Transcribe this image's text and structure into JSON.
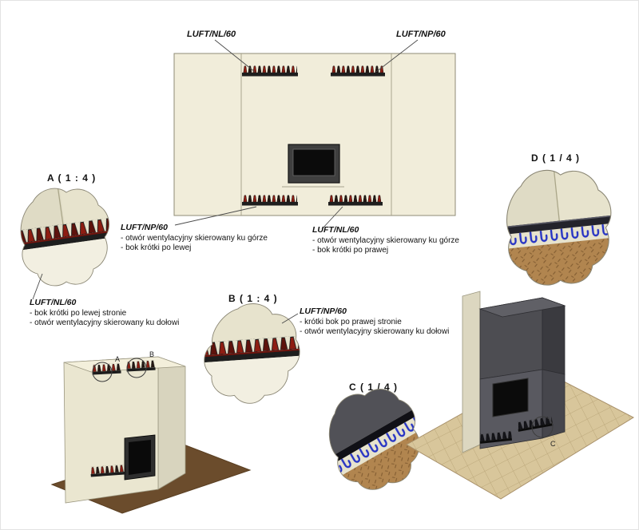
{
  "front_view": {
    "label_top_left": "LUFT/NL/60",
    "label_top_right": "LUFT/NP/60"
  },
  "annotations": {
    "grille_bottom_left": {
      "title": "LUFT/NP/60",
      "line1": "- otwór wentylacyjny skierowany ku górze",
      "line2": "- bok krótki po lewej"
    },
    "grille_bottom_right": {
      "title": "LUFT/NL/60",
      "line1": "- otwór wentylacyjny skierowany ku górze",
      "line2": "- bok krótki po prawej"
    },
    "detail_a": {
      "title": "LUFT/NL/60",
      "line1": "- bok krótki po lewej stronie",
      "line2": "- otwór wentylacyjny skierowany ku dołowi"
    },
    "detail_b": {
      "title": "LUFT/NP/60",
      "line1": "- krótki bok po prawej stronie",
      "line2": "- otwór wentylacyjny skierowany ku dołowi"
    }
  },
  "details": {
    "a_title": "A ( 1 : 4 )",
    "b_title": "B ( 1 : 4 )",
    "c_title": "C ( 1 / 4 )",
    "d_title": "D ( 1 / 4 )"
  },
  "iso_markers": {
    "a": "A",
    "b": "B",
    "c": "C"
  },
  "colors": {
    "background": "#ffffff",
    "panel": "#f1edda",
    "detail_wall": "#e7e3cd",
    "grille_red": "#8e1d12",
    "clip_blue": "#2633c4",
    "bar_dark": "#1e1e1e",
    "floor_brown": "#6b4c2c",
    "floor_tile": "#d8c69b",
    "insert_black": "#0b0b0b"
  }
}
